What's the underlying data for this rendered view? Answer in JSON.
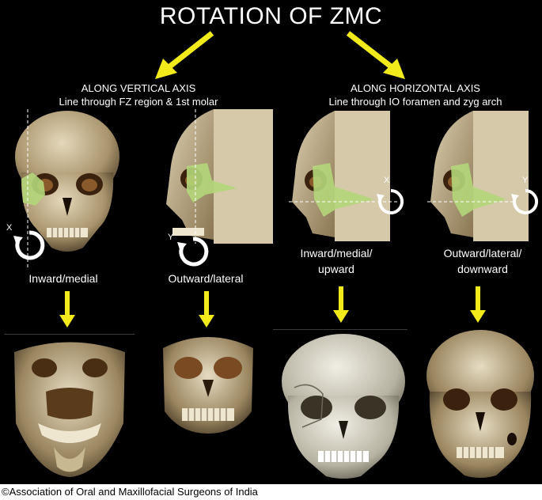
{
  "title": "ROTATION OF ZMC",
  "sections": [
    {
      "heading": "ALONG VERTICAL AXIS",
      "subheading": "Line through FZ region & 1st molar"
    },
    {
      "heading": "ALONG HORIZONTAL AXIS",
      "subheading": "Line through IO foramen and zyg arch"
    }
  ],
  "panels": [
    {
      "axis": "X",
      "caption": [
        "Inward/medial"
      ]
    },
    {
      "axis": "Y",
      "caption": [
        "Outward/lateral"
      ]
    },
    {
      "axis": "X",
      "caption": [
        "Inward/medial/",
        "upward"
      ]
    },
    {
      "axis": "Y",
      "caption": [
        "Outward/lateral/",
        "downward"
      ]
    }
  ],
  "footer": "©Association of Oral and Maxillofacial Surgeons of India",
  "colors": {
    "arrow": "#f2ea1a",
    "zmc_highlight": "#b4d67a",
    "bone": "#cdbd98",
    "background": "#000000"
  }
}
